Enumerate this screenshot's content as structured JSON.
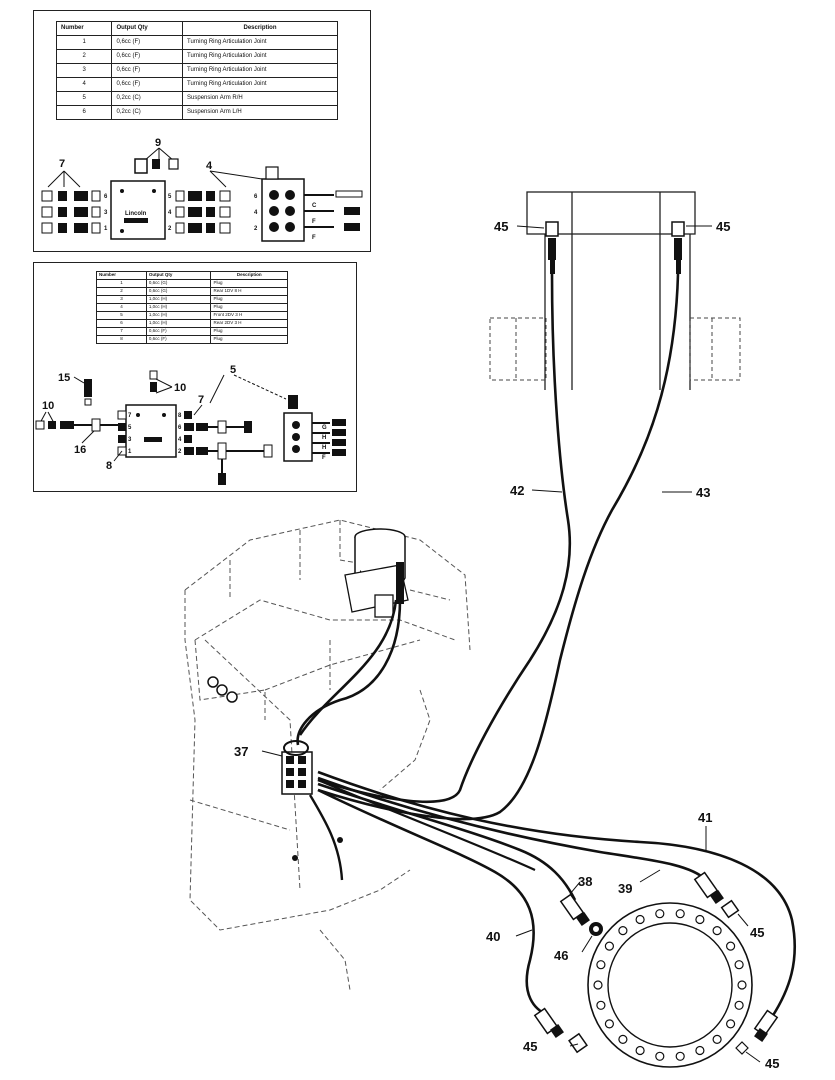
{
  "table1": {
    "headers": [
      "Number",
      "Output Qty",
      "Description"
    ],
    "rows": [
      [
        "1",
        "0,6cc (F)",
        "Turning Ring Articulation Joint"
      ],
      [
        "2",
        "0,6cc (F)",
        "Turning Ring Articulation Joint"
      ],
      [
        "3",
        "0,6cc (F)",
        "Turning Ring Articulation Joint"
      ],
      [
        "4",
        "0,6cc (F)",
        "Turning Ring Articulation Joint"
      ],
      [
        "5",
        "0,2cc (C)",
        "Suspension Arm R/H"
      ],
      [
        "6",
        "0,2cc (C)",
        "Suspension Arm L/H"
      ]
    ]
  },
  "table2": {
    "headers": [
      "Number",
      "Output Qty",
      "Description"
    ],
    "rows": [
      [
        "1",
        "0,6cc (G)",
        "Plug"
      ],
      [
        "2",
        "0,6cc (G)",
        "Rear 1DV 8 H"
      ],
      [
        "3",
        "1,0cc (H)",
        "Plug"
      ],
      [
        "4",
        "1,0cc (H)",
        "Plug"
      ],
      [
        "5",
        "1,0cc (H)",
        "Front 2DV 3 H"
      ],
      [
        "6",
        "1,0cc (H)",
        "Rear 2DV 3 H"
      ],
      [
        "7",
        "0,6cc (F)",
        "Plug"
      ],
      [
        "8",
        "0,6cc (F)",
        "Plug"
      ]
    ]
  },
  "inset1": {
    "callouts": [
      "9",
      "7",
      "4"
    ],
    "block_text": "Lincoln",
    "port_numbers": [
      "6",
      "3",
      "1",
      "5",
      "4",
      "2",
      "6",
      "4",
      "2"
    ],
    "line_letters": [
      "C",
      "F",
      "F"
    ]
  },
  "inset2": {
    "callouts": [
      "10",
      "5",
      "15",
      "10",
      "7",
      "16",
      "8"
    ],
    "port_numbers": [
      "7",
      "5",
      "3",
      "1",
      "8",
      "6",
      "4",
      "2"
    ],
    "line_letters": [
      "G",
      "H",
      "H",
      "F"
    ]
  },
  "callouts": {
    "c45_left_top": "45",
    "c45_right_top": "45",
    "c42": "42",
    "c43": "43",
    "c37": "37",
    "c41": "41",
    "c38": "38",
    "c39": "39",
    "c40": "40",
    "c46": "46",
    "c45_ring_right": "45",
    "c45_bottom_left": "45",
    "c45_bottom_right": "45"
  }
}
